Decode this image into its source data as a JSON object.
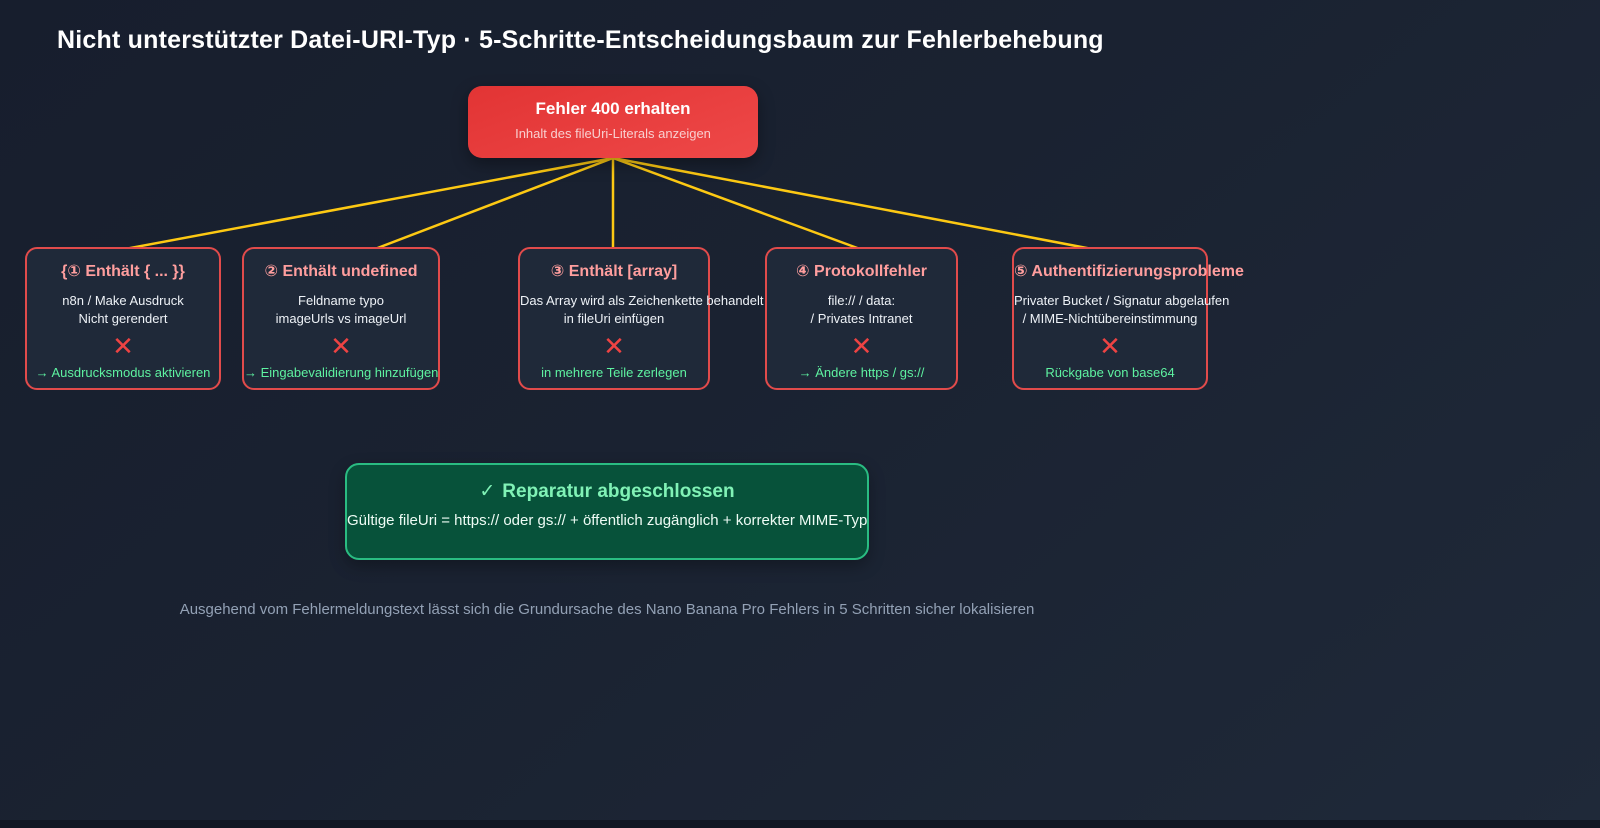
{
  "page": {
    "title": "Nicht unterstützter Datei-URI-Typ · 5-Schritte-Entscheidungsbaum zur Fehlerbehebung",
    "footer": "Ausgehend vom Fehlermeldungstext lässt sich die Grundursache des Nano Banana Pro Fehlers in 5 Schritten sicher lokalisieren"
  },
  "root_node": {
    "title": "Fehler 400 erhalten",
    "subtitle": "Inhalt des fileUri-Literals anzeigen"
  },
  "branches": [
    {
      "title": "{① Enthält { ... }}",
      "line1": "n8n / Make Ausdruck",
      "line2": "Nicht gerendert",
      "action": "→ Ausdrucksmodus aktivieren"
    },
    {
      "title": "② Enthält undefined",
      "line1": "Feldname typo",
      "line2": "imageUrls vs imageUrl",
      "action": "→ Eingabevalidierung hinzufügen"
    },
    {
      "title": "③ Enthält [array]",
      "line1": "Das Array wird als Zeichenkette behandelt",
      "line2": "in fileUri einfügen",
      "action": "in mehrere Teile zerlegen"
    },
    {
      "title": "④ Protokollfehler",
      "line1": "file:// / data:",
      "line2": "/ Privates Intranet",
      "action": "→ Ändere https / gs://"
    },
    {
      "title": "⑤ Authentifizierungsprobleme",
      "line1": "Privater Bucket / Signatur abgelaufen",
      "line2": "/ MIME-Nichtübereinstimmung",
      "action": "Rückgabe von base64"
    }
  ],
  "success_node": {
    "check_icon": "✓",
    "title": "Reparatur abgeschlossen",
    "body": "Gültige fileUri = https:// oder gs:// + öffentlich zugänglich + korrekter MIME-Typ"
  },
  "icons": {
    "fail_x": "✕"
  },
  "colors": {
    "background": "#1a2231",
    "connector": "#fdc913",
    "root_red": "#e74040",
    "branch_border": "#e14b4b",
    "branch_bg": "#1f2939",
    "branch_title_pink": "#ff9e9e",
    "fail_x_red": "#ee4343",
    "action_green": "#5ef2a1",
    "success_bg": "#07523a",
    "success_border": "#2abc82",
    "success_text_green": "#80f2b6",
    "footer_gray": "#93a1b5"
  }
}
